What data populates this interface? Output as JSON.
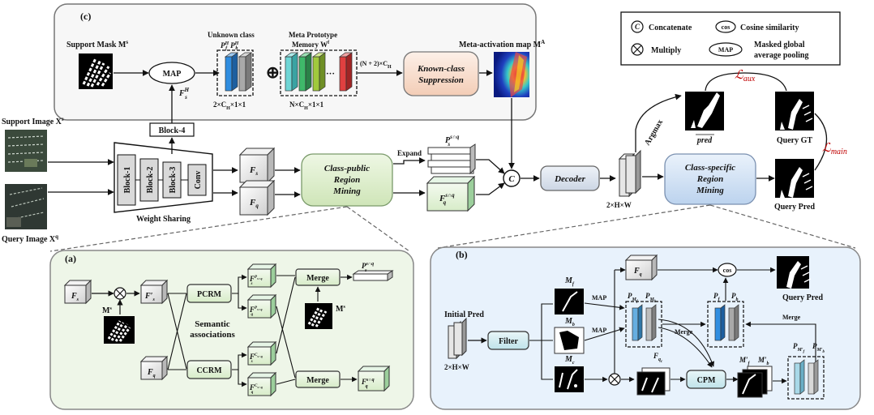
{
  "legend": {
    "concat_symbol": "C",
    "concat_label": "Concatenate",
    "cos_symbol": "cos",
    "cos_label": "Cosine similarity",
    "multiply_label": "Multiply",
    "map_symbol": "MAP",
    "map_label_1": "Masked global",
    "map_label_2": "average pooling"
  },
  "panel_c": {
    "tag": "(c)",
    "support_mask": "Support Mask M",
    "support_mask_sup": "s",
    "map": "MAP",
    "unknown_class": "Unknown class",
    "p_h": "P",
    "unknown_dim": "2×C",
    "unknown_dim_tail": "×1×1",
    "meta_prototype": "Meta Prototype",
    "memory": "Memory W",
    "memory_sup": "f",
    "ellipsis": "···",
    "meta_dim": "N×C",
    "meta_dim_tail": "×1×1",
    "expand_dim": "(N + 2)×C",
    "known_class_1": "Known-class",
    "known_class_2": "Suppression",
    "meta_activation": "Meta-activation map M",
    "meta_activation_sup": "A",
    "fsh": "F",
    "block4": "Block-4",
    "oplus": "⊕"
  },
  "main": {
    "support_image": "Support Image X",
    "support_image_sup": "s",
    "query_image": "Query Image X",
    "query_image_sup": "q",
    "block1": "Block-1",
    "block2": "Block-2",
    "block3": "Block-3",
    "conv": "Conv",
    "weight_sharing": "Weight Sharing",
    "fs": "F",
    "fs_sub": "s",
    "fq": "F",
    "fq_sub": "q",
    "cprm_1": "Class-public",
    "cprm_2": "Region",
    "cprm_3": "Mining",
    "expand": "Expand",
    "ps_snq": "P",
    "fq_snq": "F",
    "concat": "C",
    "decoder": "Decoder",
    "dim": "2×H×W",
    "argmax": "Argmax",
    "csrm_1": "Class-specific",
    "csrm_2": "Region",
    "csrm_3": "Mining",
    "pred": "pred",
    "query_gt": "Query GT",
    "query_pred": "Query Pred",
    "l_aux": "ℒ",
    "l_aux_sub": "aux",
    "l_main": "ℒ",
    "l_main_sub": "main"
  },
  "panel_a": {
    "tag": "(a)",
    "fs": "F",
    "fs_prime": "F′",
    "ms": "M",
    "fq": "F",
    "pcrm": "PCRM",
    "ccrm": "CCRM",
    "semantic_1": "Semantic",
    "semantic_2": "associations",
    "merge1": "Merge",
    "merge2": "Merge",
    "out1": "P",
    "out2": "F"
  },
  "panel_b": {
    "tag": "(b)",
    "initial_pred": "Initial Pred",
    "dim": "2×H×W",
    "filter": "Filter",
    "mf": "M",
    "mb": "M",
    "mc": "M",
    "map1": "MAP",
    "map2": "MAP",
    "fq": "F",
    "pmf": "P",
    "pmb": "P",
    "merge1": "Merge",
    "merge2": "Merge",
    "pf": "P",
    "pb": "P",
    "cos": "cos",
    "query_pred": "Query Pred",
    "fqc": "F",
    "cpm": "CPM",
    "mfp": "M′",
    "mbp": "M′"
  }
}
